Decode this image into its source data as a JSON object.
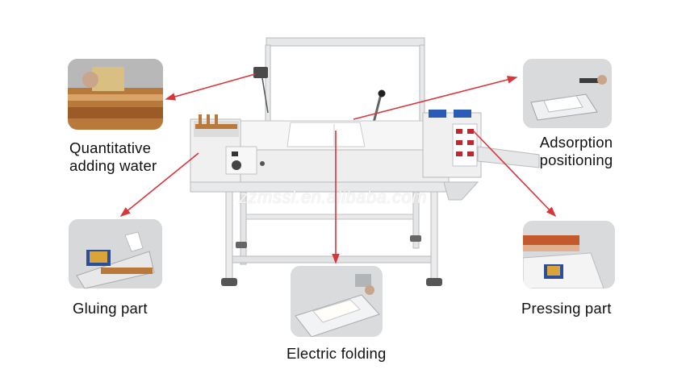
{
  "labels": {
    "quantitative_water": [
      "Quantitative",
      "adding water"
    ],
    "adsorption": [
      "Adsorption",
      "positioning"
    ],
    "gluing": "Gluing part",
    "pressing": "Pressing part",
    "electric_folding": "Electric folding"
  },
  "watermark": "zzmssl.en.alibaba.com",
  "colors": {
    "arrow": "#d8363a",
    "machine_body": "#f2f2f2",
    "machine_shadow": "#b9bcbf",
    "panel_blue": "#2a5bb5",
    "panel_red": "#c0282d",
    "copper": "#b9793b"
  },
  "icons": [
    "arrow-icon"
  ]
}
